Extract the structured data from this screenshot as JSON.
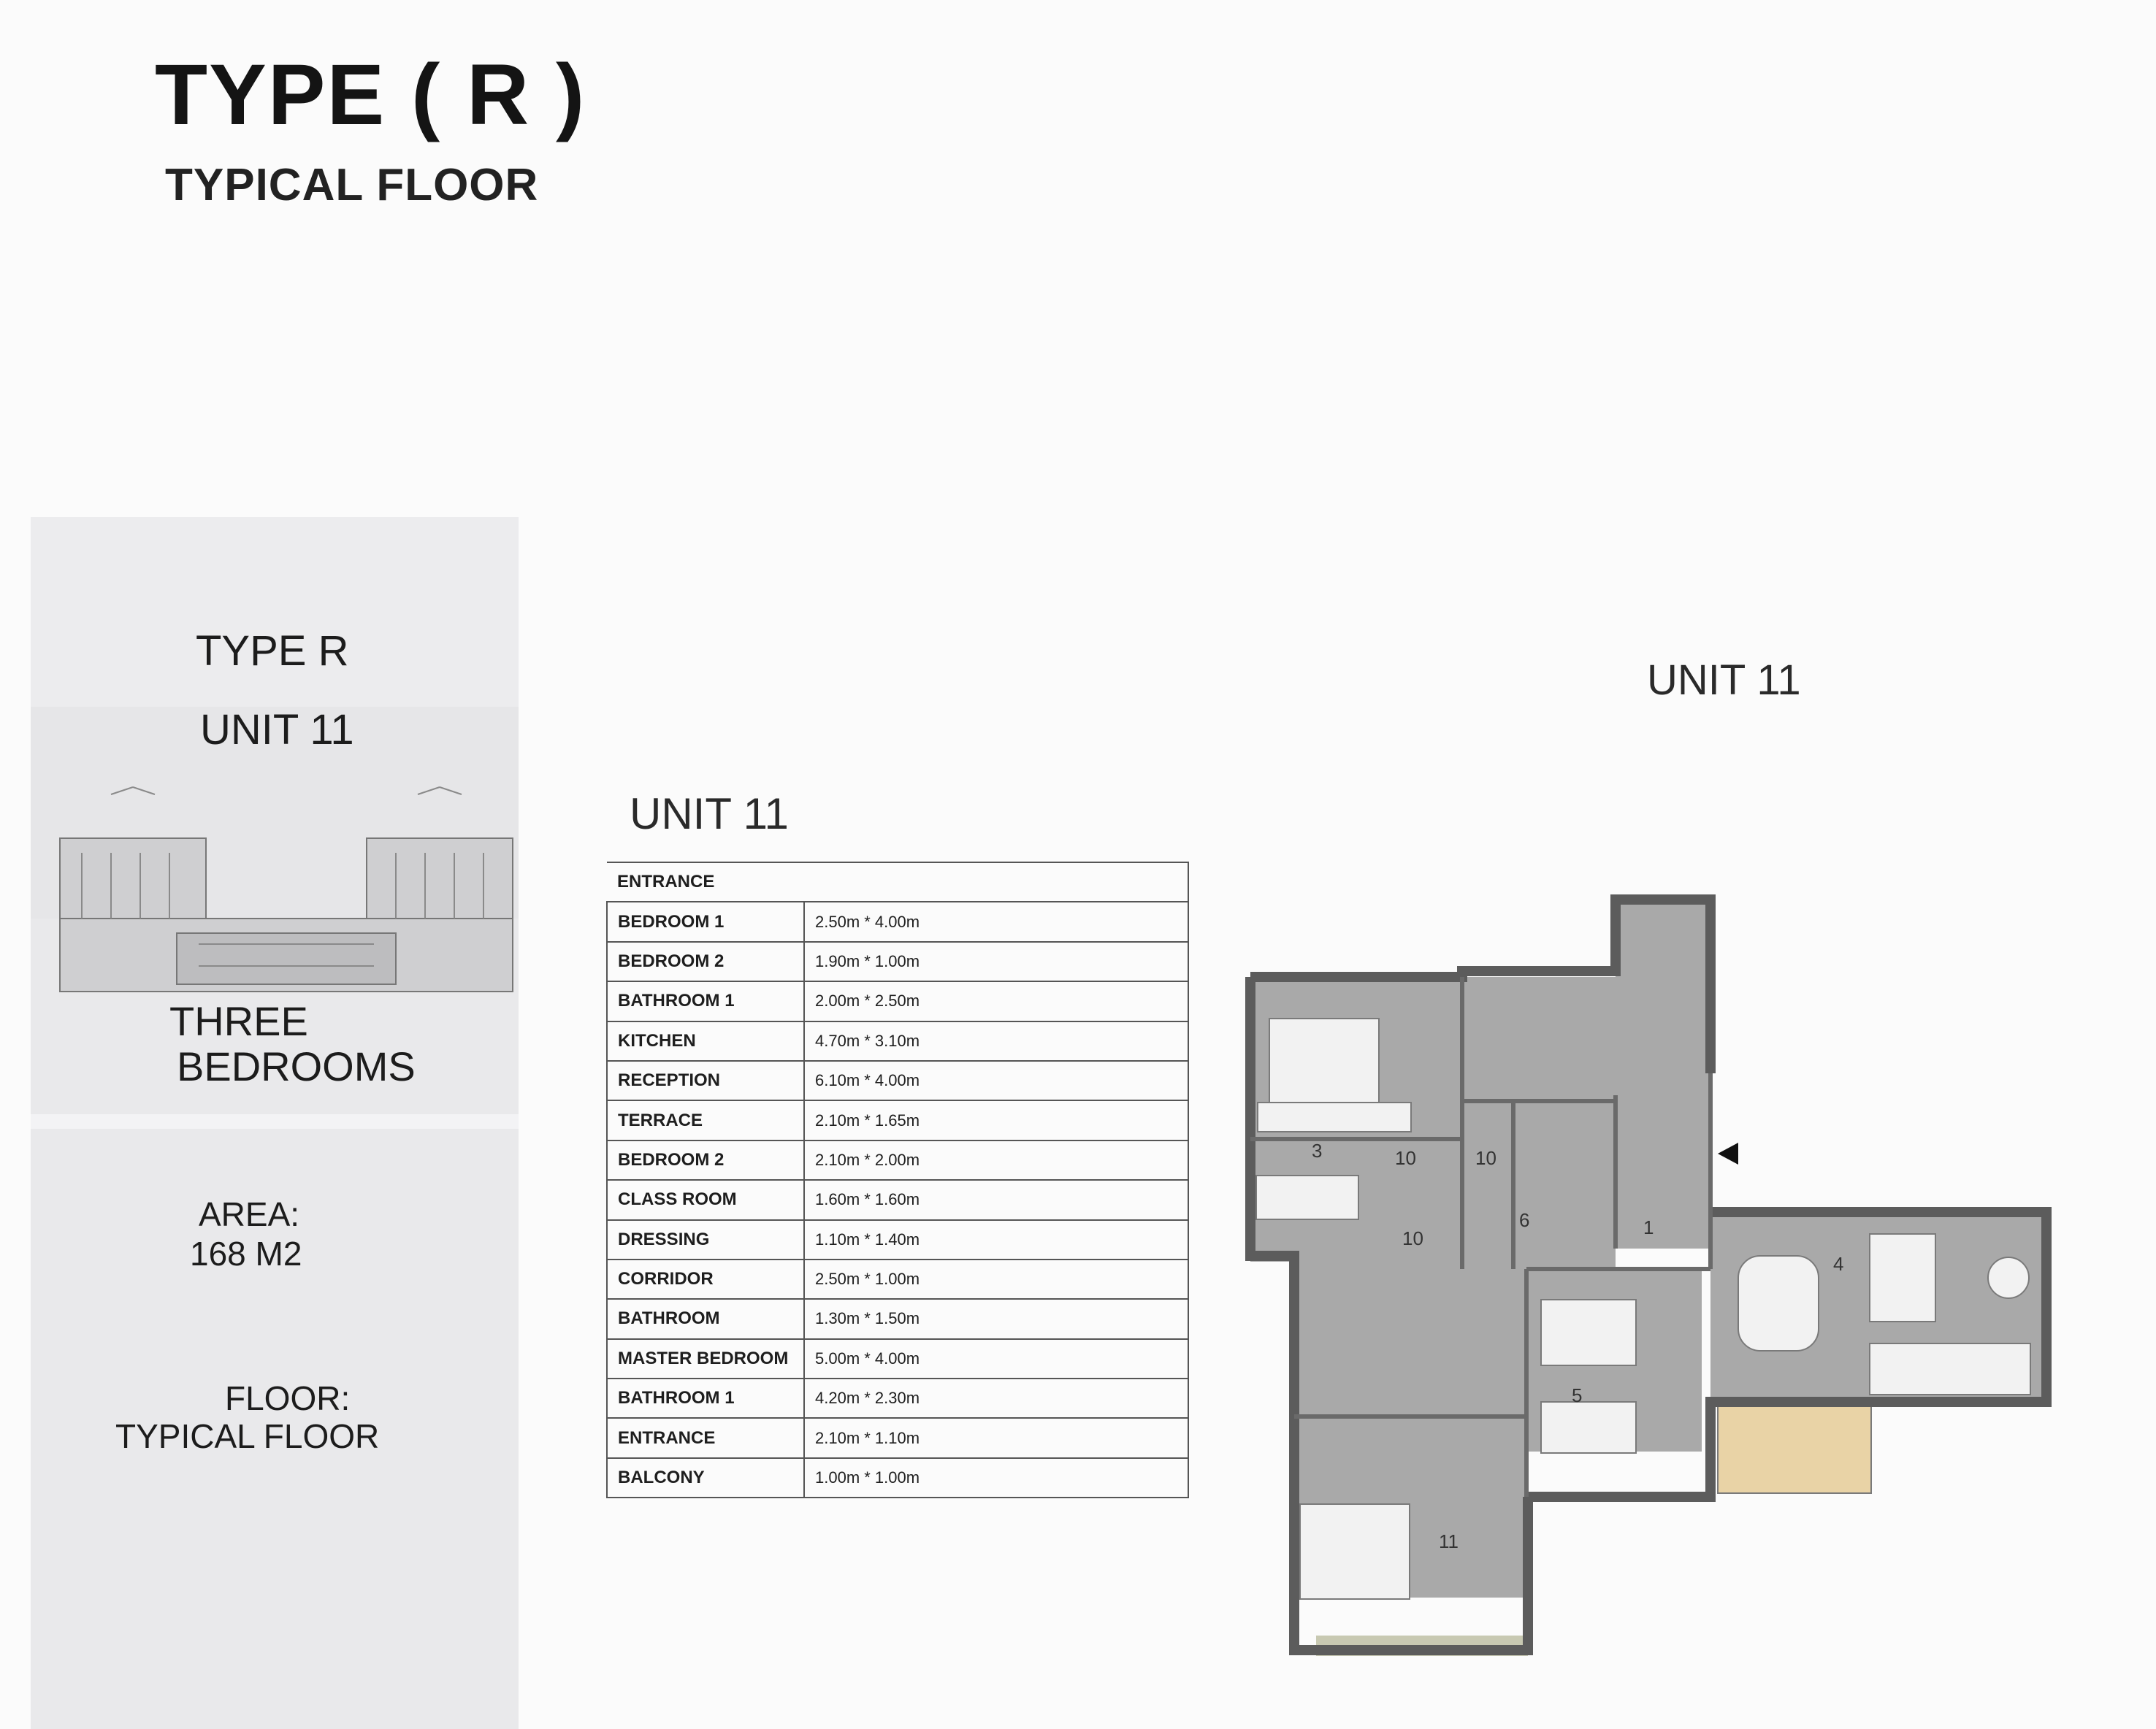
{
  "header": {
    "title": "TYPE ( R )",
    "subtitle": "TYPICAL FLOOR"
  },
  "side_panel": {
    "type": "TYPE R",
    "unit": "UNIT 11",
    "bedrooms_line1": "THREE",
    "bedrooms_line2": "BEDROOMS",
    "area_label": "AREA:",
    "area_value": "168 M2",
    "floor_label": "FLOOR:",
    "floor_value": "TYPICAL FLOOR"
  },
  "plan": {
    "unit_label": "UNIT 11",
    "room_numbers": [
      "10",
      "10",
      "10",
      "11",
      "1",
      "4",
      "5",
      "6",
      "3"
    ]
  },
  "schedule": {
    "title": "UNIT 11",
    "header": "ENTRANCE",
    "rows": [
      {
        "name": "BEDROOM 1",
        "size": "2.50m * 4.00m"
      },
      {
        "name": "BEDROOM 2",
        "size": "1.90m * 1.00m"
      },
      {
        "name": "BATHROOM 1",
        "size": "2.00m * 2.50m"
      },
      {
        "name": "KITCHEN",
        "size": "4.70m * 3.10m"
      },
      {
        "name": "RECEPTION",
        "size": "6.10m * 4.00m"
      },
      {
        "name": "TERRACE",
        "size": "2.10m * 1.65m"
      },
      {
        "name": "BEDROOM 2",
        "size": "2.10m * 2.00m"
      },
      {
        "name": "CLASS ROOM",
        "size": "1.60m * 1.60m"
      },
      {
        "name": "DRESSING",
        "size": "1.10m * 1.40m"
      },
      {
        "name": "CORRIDOR",
        "size": "2.50m * 1.00m"
      },
      {
        "name": "BATHROOM",
        "size": "1.30m * 1.50m"
      },
      {
        "name": "MASTER BEDROOM",
        "size": "5.00m * 4.00m"
      },
      {
        "name": "BATHROOM 1",
        "size": "4.20m * 2.30m"
      },
      {
        "name": "ENTRANCE",
        "size": "2.10m * 1.10m"
      },
      {
        "name": "BALCONY",
        "size": "1.00m * 1.00m"
      }
    ]
  },
  "colors": {
    "wall": "#5c5c5c",
    "floor_fill": "#a9a9a9",
    "panel": "#e9e9eb",
    "terrace": "#e9d3a6"
  }
}
